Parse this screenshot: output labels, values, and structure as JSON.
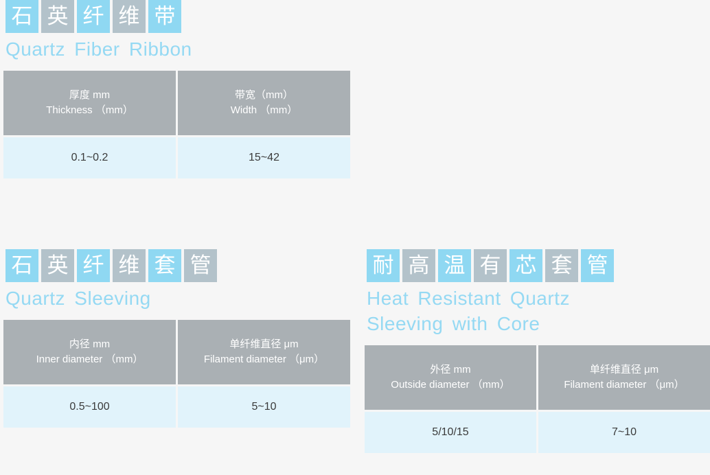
{
  "page": {
    "background_color": "#f6f6f6",
    "tile_blue": "#8fd8f2",
    "tile_gray": "#b3c2ca",
    "header_gray": "#aab0b4",
    "cell_blue": "#e1f3fb",
    "english_title_color": "#95d9f3"
  },
  "sections": [
    {
      "id": "ribbon",
      "title_cn_chars": [
        "石",
        "英",
        "纤",
        "维",
        "带"
      ],
      "title_en": "Quartz Fiber Ribbon",
      "columns": [
        {
          "header_cn": "厚度 mm",
          "header_en": "Thickness （mm）",
          "value": "0.1~0.2"
        },
        {
          "header_cn": "带宽（mm）",
          "header_en": "Width （mm）",
          "value": "15~42"
        }
      ]
    },
    {
      "id": "sleeving",
      "title_cn_chars": [
        "石",
        "英",
        "纤",
        "维",
        "套",
        "管"
      ],
      "title_en": "Quartz Sleeving",
      "columns": [
        {
          "header_cn": "内径 mm",
          "header_en": "Inner diameter （mm）",
          "value": "0.5~100"
        },
        {
          "header_cn": "单纤维直径 μm",
          "header_en": "Filament diameter （μm）",
          "value": "5~10"
        }
      ]
    },
    {
      "id": "core",
      "title_cn_chars": [
        "耐",
        "高",
        "温",
        "有",
        "芯",
        "套",
        "管"
      ],
      "title_en": "Heat Resistant Quartz\nSleeving with Core",
      "columns": [
        {
          "header_cn": "外径 mm",
          "header_en": "Outside diameter （mm）",
          "value": "5/10/15"
        },
        {
          "header_cn": "单纤维直径 μm",
          "header_en": "Filament diameter （μm）",
          "value": "7~10"
        }
      ]
    }
  ]
}
